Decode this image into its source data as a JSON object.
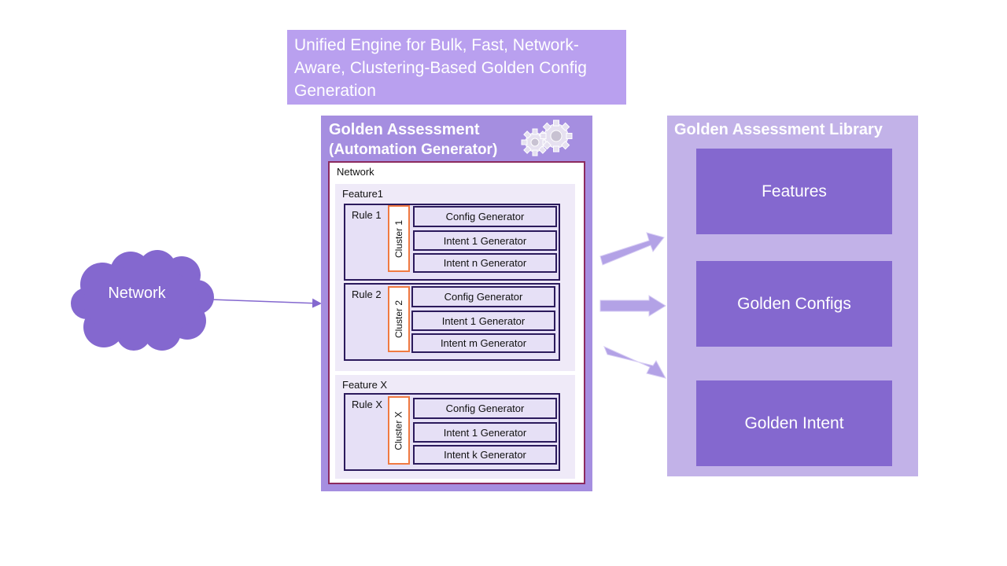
{
  "title_banner": "Unified Engine for Bulk, Fast, Network-Aware, Clustering-Based Golden Config Generation",
  "golden_assessment": {
    "title_line1": "Golden Assessment",
    "title_line2": "(Automation Generator)",
    "icon": "gears-icon",
    "network_label": "Network",
    "features": [
      {
        "label": "Feature1",
        "rules": [
          {
            "label": "Rule 1",
            "cluster": "Cluster 1",
            "generators": [
              "Config Generator",
              "Intent 1 Generator",
              "Intent n Generator"
            ]
          },
          {
            "label": "Rule 2",
            "cluster": "Cluster 2",
            "generators": [
              "Config Generator",
              "Intent 1 Generator",
              "Intent m Generator"
            ]
          }
        ]
      },
      {
        "label": "Feature X",
        "rules": [
          {
            "label": "Rule X",
            "cluster": "Cluster X",
            "generators": [
              "Config Generator",
              "Intent 1 Generator",
              "Intent k Generator"
            ]
          }
        ]
      }
    ]
  },
  "network_cloud": {
    "label": "Network"
  },
  "library": {
    "title": "Golden Assessment Library",
    "items": [
      "Features",
      "Golden Configs",
      "Golden Intent"
    ]
  },
  "colors": {
    "banner": "#b9a0ef",
    "assessment_panel": "#a58ee0",
    "library_panel": "#c2b2e8",
    "library_item": "#8468cf",
    "cloud": "#8468cf",
    "cluster_border": "#f07a42",
    "rule_border": "#2b1a5c",
    "arrow": "#b3a2e6"
  }
}
